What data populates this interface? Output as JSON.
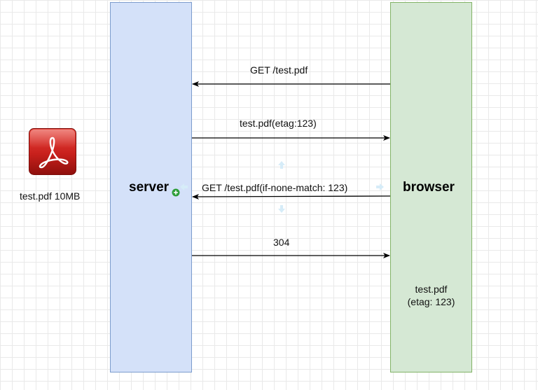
{
  "diagram": {
    "server_label": "server",
    "browser_label": "browser",
    "file_caption": "test.pdf 10MB",
    "file_icon": "pdf-icon",
    "messages": [
      {
        "label": "GET /test.pdf",
        "direction": "browser-to-server"
      },
      {
        "label": "test.pdf(etag:123)",
        "direction": "server-to-browser"
      },
      {
        "label": "GET /test.pdf(if-none-match: 123)",
        "direction": "browser-to-server"
      },
      {
        "label": "304",
        "direction": "server-to-browser"
      }
    ],
    "browser_note": {
      "line1": "test.pdf",
      "line2": "(etag: 123)"
    }
  },
  "colors": {
    "server_fill": "#d4e1f9",
    "server_stroke": "#7c9ccd",
    "browser_fill": "#d5e8d4",
    "browser_stroke": "#82b366",
    "arrow": "#000000",
    "pdf_red": "#c8201c"
  }
}
